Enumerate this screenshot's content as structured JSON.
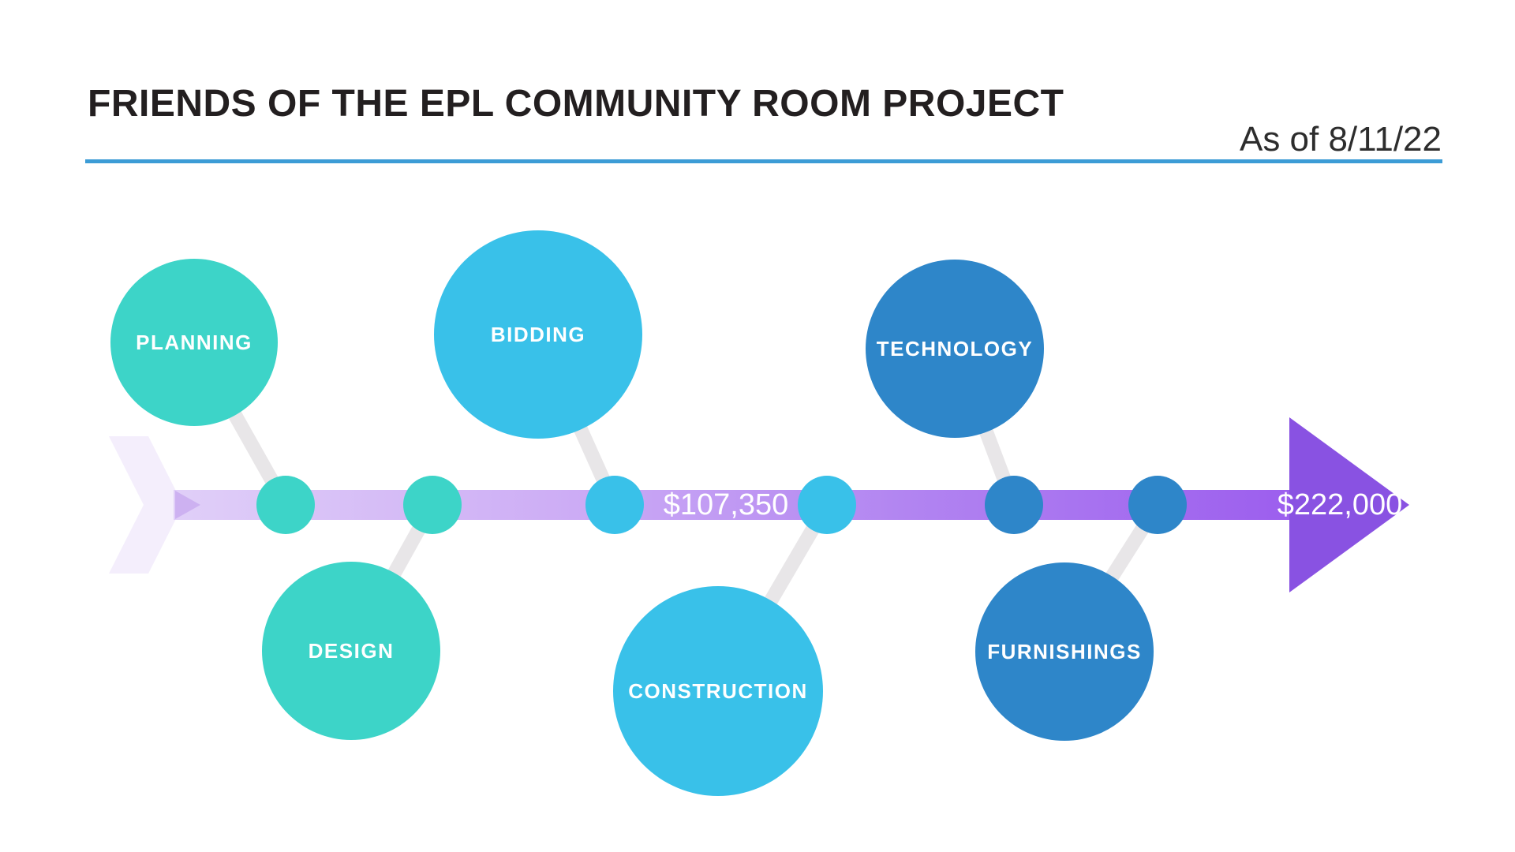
{
  "header": {
    "title": "FRIENDS OF THE EPL COMMUNITY ROOM PROJECT",
    "as_of": "As of 8/11/22"
  },
  "timeline": {
    "raised_amount": "$107,350",
    "goal_amount": "$222,000",
    "phases": [
      {
        "label": "PLANNING",
        "color": "#3dd4c8",
        "position": "above"
      },
      {
        "label": "DESIGN",
        "color": "#3dd4c8",
        "position": "below"
      },
      {
        "label": "BIDDING",
        "color": "#39c1e9",
        "position": "above"
      },
      {
        "label": "CONSTRUCTION",
        "color": "#39c1e9",
        "position": "below"
      },
      {
        "label": "TECHNOLOGY",
        "color": "#2e86c9",
        "position": "above"
      },
      {
        "label": "FURNISHINGS",
        "color": "#2e86c9",
        "position": "below"
      }
    ],
    "colors": {
      "arrow_bar_start": "#e0cff8",
      "arrow_bar_mid": "#c4a0f4",
      "arrow_bar_end": "#9c5eee",
      "arrow_head": "#8952e2",
      "tail_chevron": "#f4eefc",
      "start_notch": "#cdb1f1",
      "connector_gray": "#e8e6e8",
      "header_rule_blue": "#3c9cd6",
      "title_text": "#231f20",
      "amount_text": "#ffffff"
    }
  }
}
